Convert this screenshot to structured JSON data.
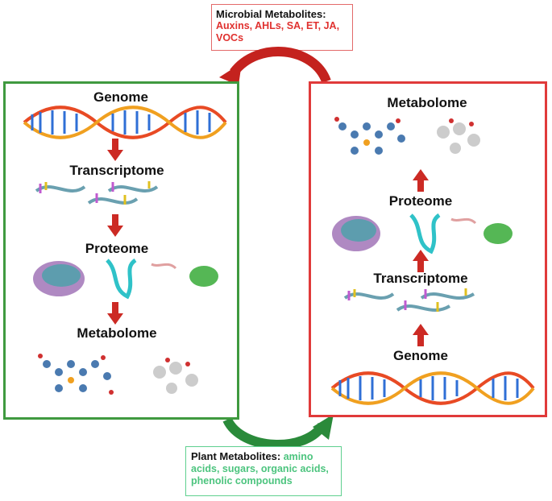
{
  "microbial": {
    "title": "Microbial Metabolites:",
    "items": "Auxins, AHLs, SA, ET, JA, VOCs"
  },
  "plant": {
    "title": "Plant Metabolites:",
    "items": "amino acids, sugars, organic acids, phenolic compounds"
  },
  "left_panel": {
    "genome": "Genome",
    "transcriptome": "Transcriptome",
    "proteome": "Proteome",
    "metabolome": "Metabolome"
  },
  "right_panel": {
    "metabolome": "Metabolome",
    "proteome": "Proteome",
    "transcriptome": "Transcriptome",
    "genome": "Genome"
  },
  "colors": {
    "plant_box": "#3f9a3f",
    "microbe_box": "#e03a3a",
    "arrow": "#cc2a24",
    "dna_blue": "#2f6fd6",
    "dna_orange": "#f0a020",
    "dna_red": "#e84a24"
  }
}
